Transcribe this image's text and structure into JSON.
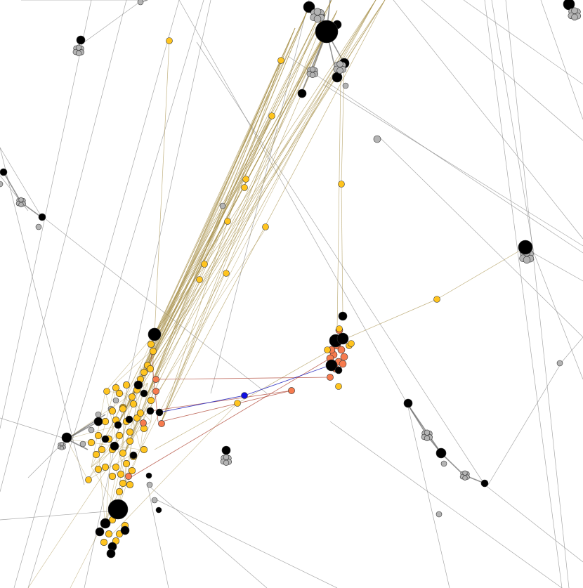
{
  "graph": {
    "node_colors": {
      "black": "#000000",
      "gray": "#b4b4b4",
      "yellow": "#ffc41f",
      "orange": "#f77b4e",
      "blue": "#1010e0"
    },
    "edge_colors": {
      "gray": "#8c8c8c",
      "olive": "#a8914c",
      "red": "#b24a3a",
      "blue": "#3030c0"
    },
    "node_stroke": "#333333",
    "background": "#ffffff",
    "clusters": [
      "top-center-hub",
      "left-yellow-cluster",
      "bottom-left-hub",
      "center-orange-cluster",
      "right-chain",
      "right-upper-hub",
      "left-edge-chain"
    ],
    "bridge_node": "blue-connector"
  }
}
